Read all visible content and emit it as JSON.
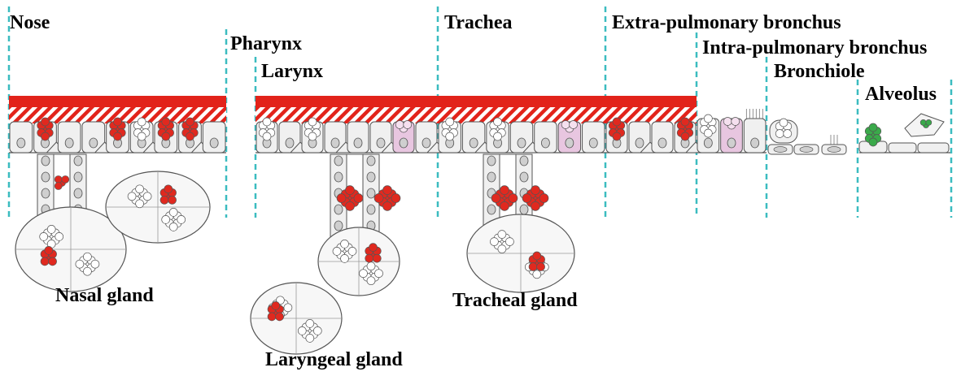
{
  "regions": {
    "nose": "Nose",
    "pharynx": "Pharynx",
    "larynx": "Larynx",
    "trachea": "Trachea",
    "extra_bronchus": "Extra-pulmonary bronchus",
    "intra_bronchus": "Intra-pulmonary bronchus",
    "bronchiole": "Bronchiole",
    "alveolus": "Alveolus"
  },
  "glands": {
    "nasal": "Nasal gland",
    "laryngeal": "Laryngeal gland",
    "tracheal": "Tracheal gland"
  },
  "colors": {
    "divider": "#3bbcc0",
    "mucus": "#e2231a",
    "granule_red": "#e0291f",
    "granule_green": "#3aaa4a",
    "goblet_pink": "#e8c6e0",
    "cell_fill": "#f0f0f0",
    "nucleus": "#cfcfcf",
    "outline": "#555555"
  }
}
